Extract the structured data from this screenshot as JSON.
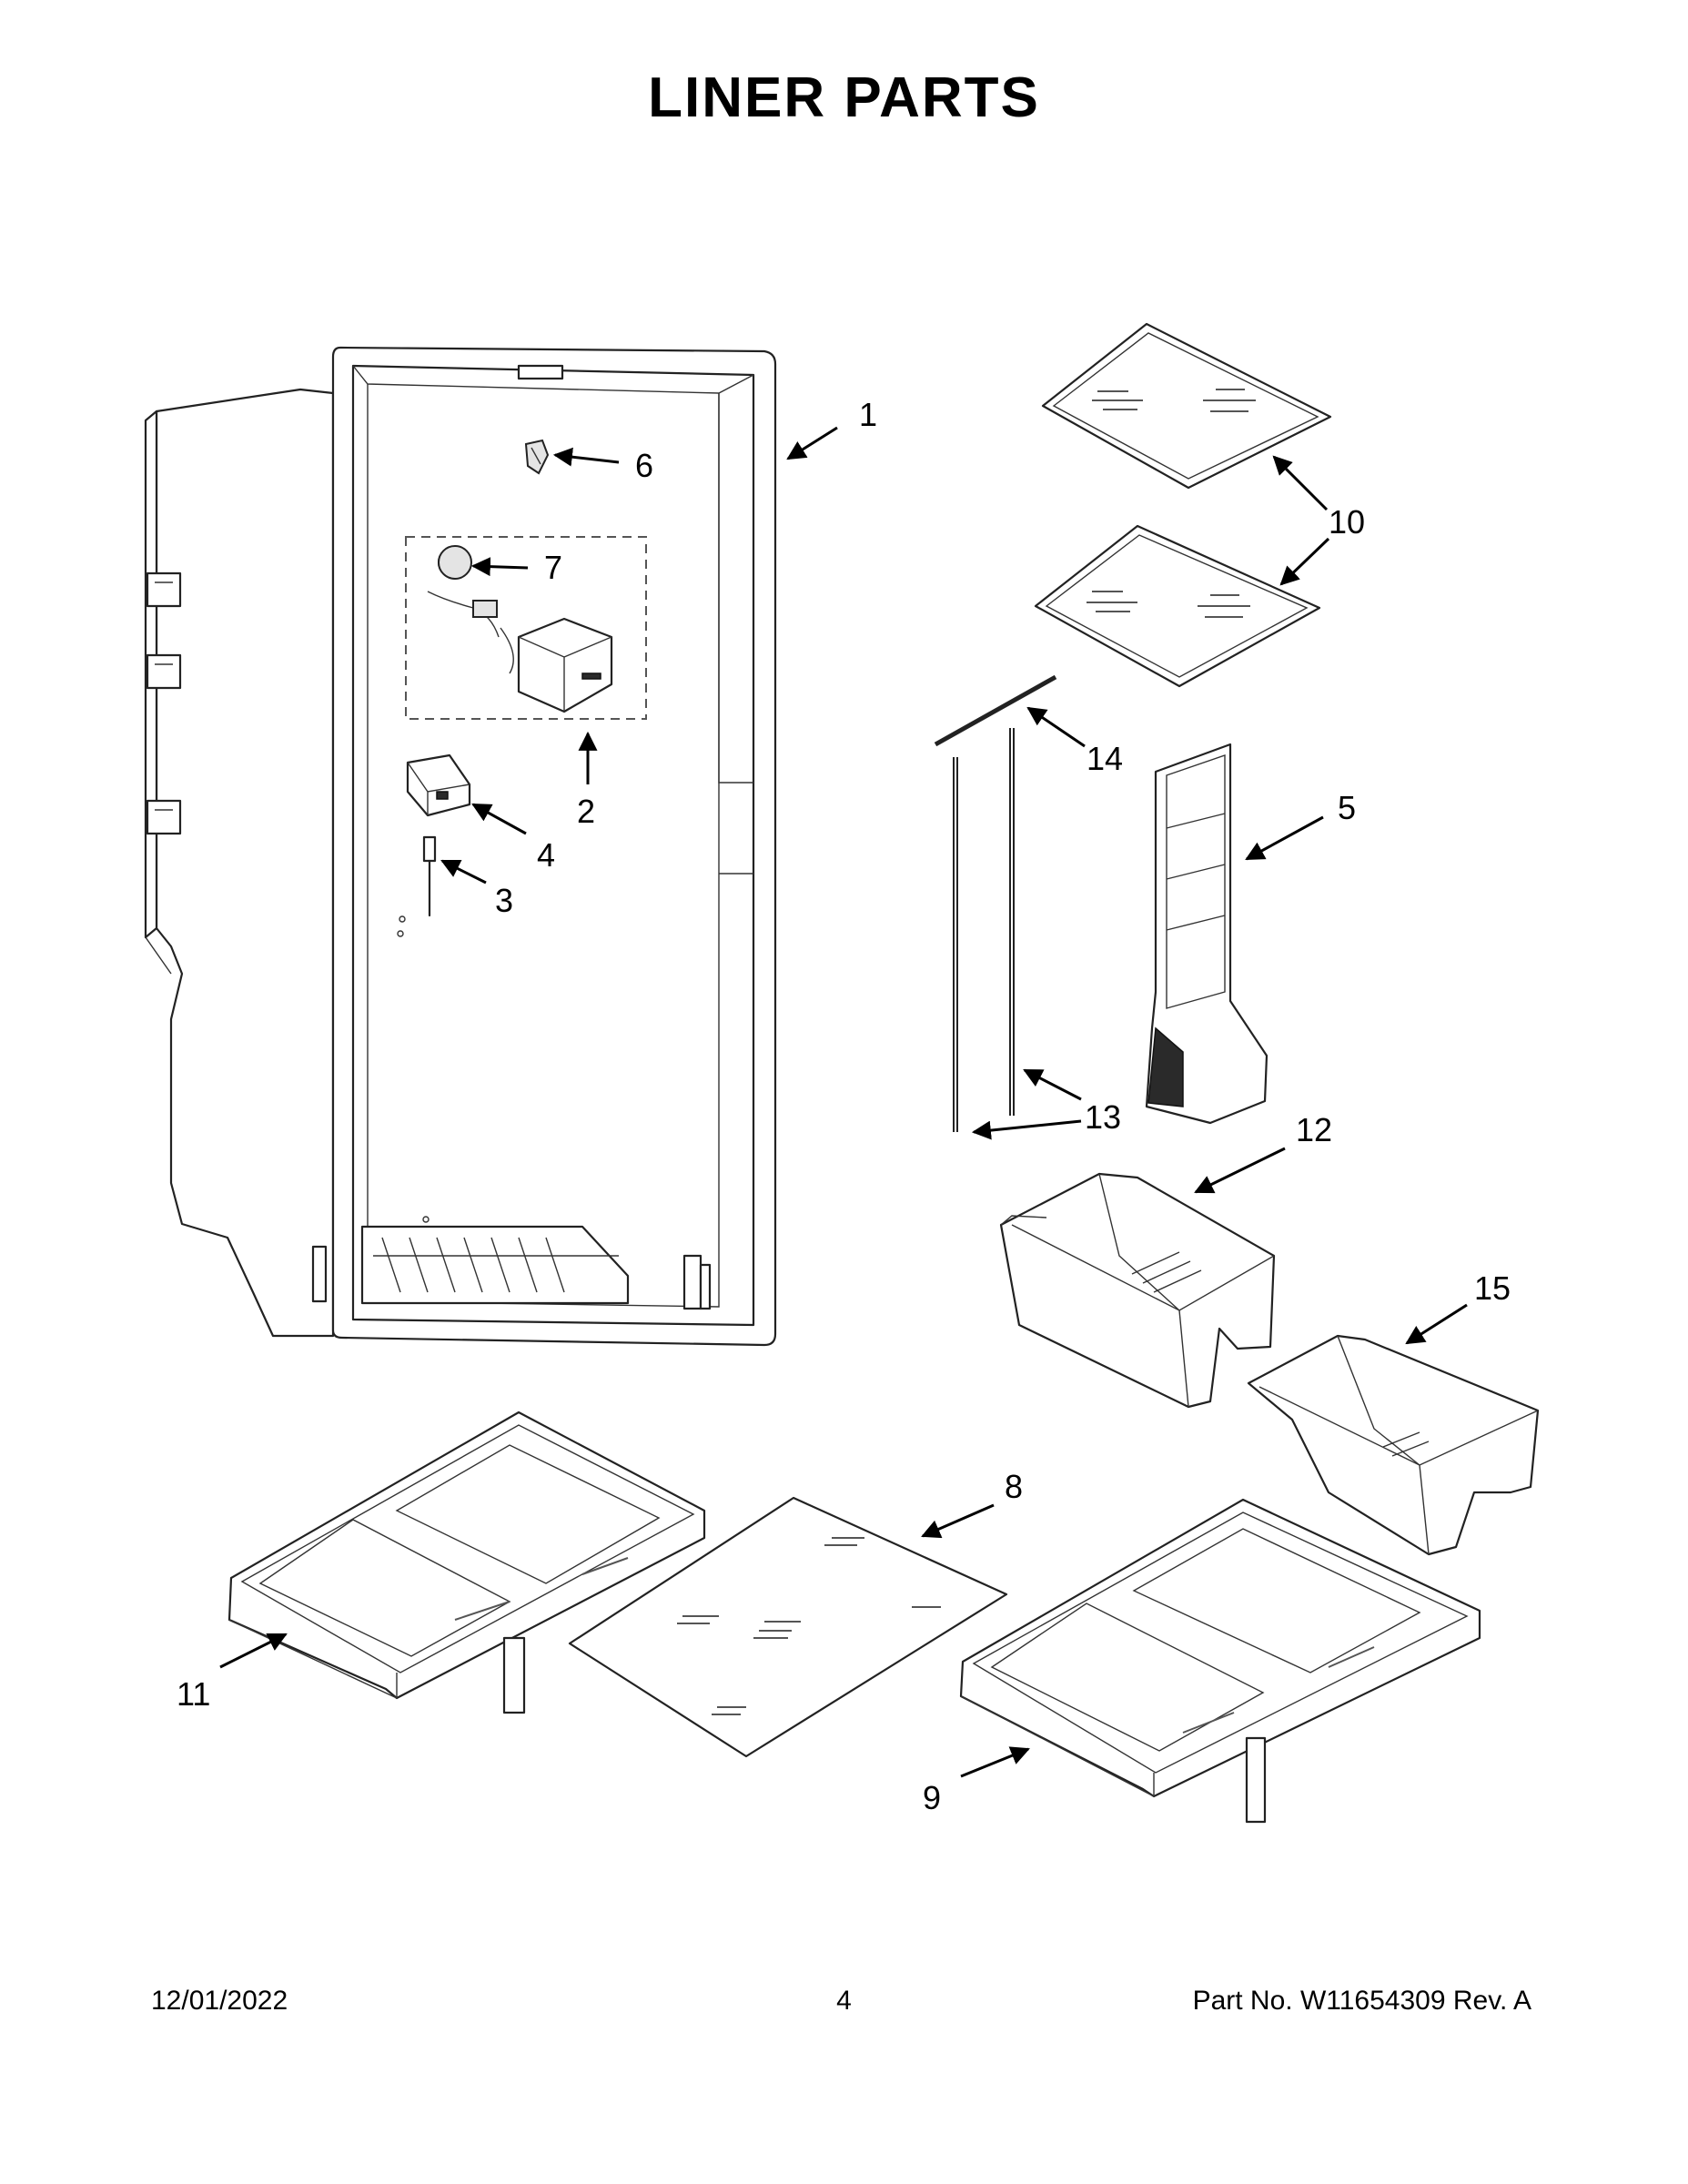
{
  "title": "LINER PARTS",
  "footer": {
    "date": "12/01/2022",
    "page": "4",
    "part": "Part No.  W11654309  Rev.  A"
  },
  "callouts": {
    "c1": "1",
    "c2": "2",
    "c3": "3",
    "c4": "4",
    "c5": "5",
    "c6": "6",
    "c7": "7",
    "c8": "8",
    "c9": "9",
    "c10": "10",
    "c11": "11",
    "c12": "12",
    "c13": "13",
    "c14": "14",
    "c15": "15"
  }
}
